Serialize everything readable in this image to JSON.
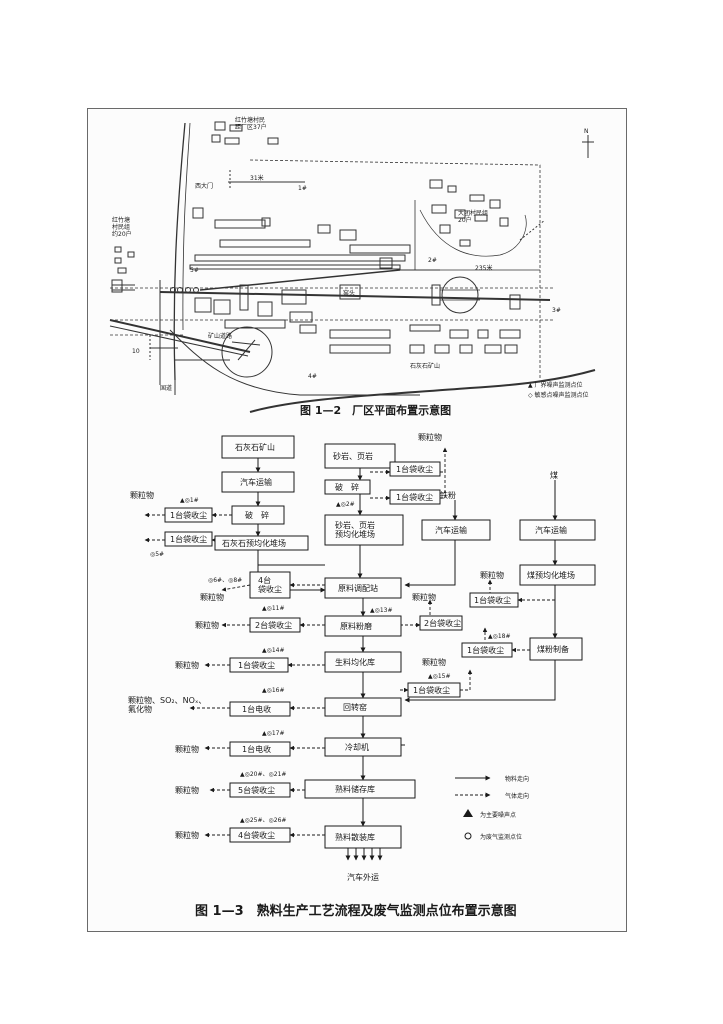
{
  "fig_1_2": {
    "caption": "图 1—2　厂区平面布置示意图",
    "north": "N",
    "labels": {
      "village_top": "红竹塘村民\n距厂区37户",
      "village_left": "红竹塘\n村民组\n约20户",
      "village_right": "大团村民组\n20户",
      "dist_top": "31米",
      "dist_right": "235米",
      "dist_left": "10",
      "gate": "西大门",
      "mine": "矿山道路",
      "road_left": "国道",
      "road_bottom": "石灰石矿山",
      "kiln": "窑头",
      "pts": [
        "1#",
        "2#",
        "3#",
        "4#",
        "5#"
      ]
    },
    "legend": [
      "▲  厂界噪声监测点位",
      "◇  敏感点噪声监测点位"
    ]
  },
  "fig_1_3": {
    "caption": "图 1—3　熟料生产工艺流程及废气监测点位布置示意图",
    "raw": {
      "limestone_mine": "石灰石矿山",
      "truck1": "汽车运输",
      "crush1": "破　碎",
      "limestone_yard": "石灰石预均化堆场",
      "sandstone": "砂岩、页岩",
      "crush2": "破　碎",
      "sand_yard": "砂岩、页岩\n预均化堆场",
      "iron_label": "铁粉",
      "truck_iron": "汽车运输",
      "coal_label": "煤",
      "truck_coal": "汽车运输",
      "coal_yard": "煤预均化堆场",
      "coal_mill": "煤粉制备"
    },
    "main": {
      "batching": "原料调配站",
      "raw_mill": "原料粉磨",
      "homo": "生料均化库",
      "kiln": "回转窑",
      "cooler": "冷却机",
      "storage": "熟料储存库",
      "dispatch": "熟料散装库",
      "out": "汽车外运"
    },
    "dust": {
      "d_sand": "1台袋收尘",
      "d_crush2": "1台袋收尘",
      "d_crush1": "1台袋收尘",
      "d_lime": "1台袋收尘",
      "d_batch": "4台\n袋收尘",
      "d_mill_l": "2台袋收尘",
      "d_mill_r": "2台袋收尘",
      "d_coal1": "1台袋收尘",
      "d_coal2": "1台袋收尘",
      "d_homo": "1台袋收尘",
      "d_homo_r": "1台袋收尘",
      "d_kiln": "1台电收",
      "d_cooler": "1台电收",
      "d_store": "5台袋收尘",
      "d_disp": "4台袋收尘"
    },
    "emis": "颗粒物",
    "emis_kiln": "颗粒物、SO₂、NOₓ、\n氟化物",
    "points": {
      "p1": "▲◎1#",
      "p2": "▲◎2#",
      "p5": "◎5#",
      "p68": "◎6#、◎8#",
      "p11": "▲◎11#",
      "p13": "▲◎13#",
      "p14": "▲◎14#",
      "p15": "▲◎15#",
      "p16": "▲◎16#",
      "p17": "▲◎17#",
      "p18": "▲◎18#",
      "p2021": "▲◎20#、◎21#",
      "p2526": "▲◎25#、◎26#"
    },
    "legend": {
      "material": "物料走向",
      "gas": "气体走向",
      "noise": "为主要噪声点",
      "monitor": "为废气监测点位"
    }
  }
}
